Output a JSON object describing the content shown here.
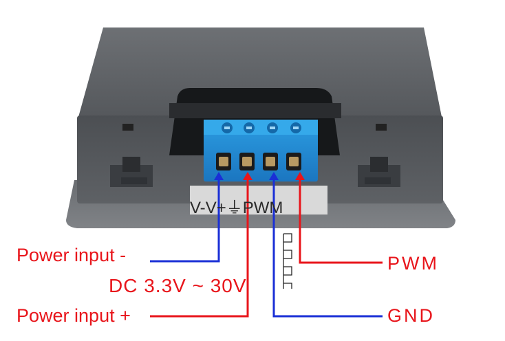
{
  "terminal_plate": {
    "v_minus": "V-",
    "v_plus": "V+",
    "ground_symbol": "⏚",
    "pwm": "PWM"
  },
  "callouts": {
    "power_input_minus": "Power input -",
    "dc_range": "DC 3.3V ~ 30V",
    "power_input_plus": "Power input +",
    "pwm": "PWM",
    "gnd": "GND"
  },
  "colors": {
    "label_red": "#e8151b",
    "wire_blue": "#1a2fd6",
    "wire_red": "#e8151b",
    "housing_gray": "#5b5e62",
    "terminal_blue": "#1f8fd6"
  },
  "icons": {
    "ground": "ground-icon",
    "pwm_waveform": "square-wave-icon"
  }
}
